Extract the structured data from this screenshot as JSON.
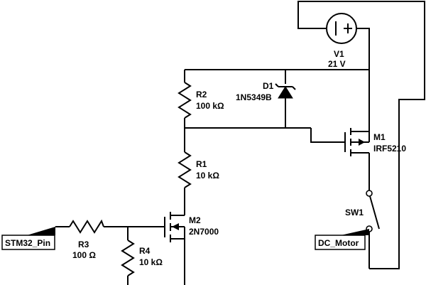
{
  "components": {
    "v1": {
      "ref": "V1",
      "value": "21 V",
      "glyph": "| +"
    },
    "d1": {
      "ref": "D1",
      "value": "1N5349B"
    },
    "r2": {
      "ref": "R2",
      "value": "100 kΩ"
    },
    "r1": {
      "ref": "R1",
      "value": "10 kΩ"
    },
    "m1": {
      "ref": "M1",
      "value": "IRF5210"
    },
    "m2": {
      "ref": "M2",
      "value": "2N7000"
    },
    "r3": {
      "ref": "R3",
      "value": "100 Ω"
    },
    "r4": {
      "ref": "R4",
      "value": "10 kΩ"
    },
    "sw1": {
      "ref": "SW1"
    }
  },
  "nets": {
    "input": "STM32_Pin",
    "output": "DC_Motor"
  }
}
